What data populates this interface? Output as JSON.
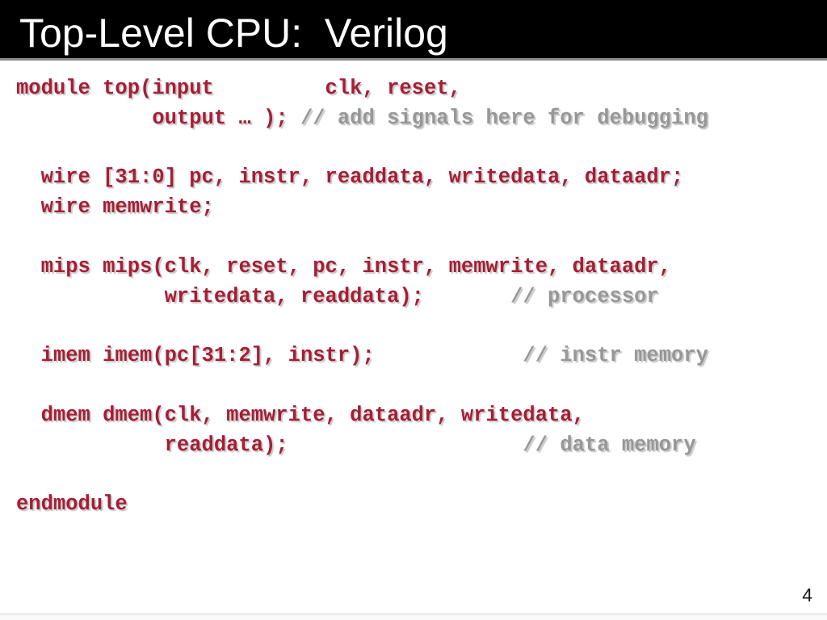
{
  "slide": {
    "title": "Top-Level CPU:  Verilog",
    "page_number": "4"
  },
  "colors": {
    "title_bar_bg": "#000000",
    "title_text": "#ffffff",
    "code_red": "#a51e35",
    "comment_gray": "#979797",
    "shadow_gray": "#c9c9c9",
    "divider_gray": "#8a8a8a",
    "footer_line": "#ececec",
    "page_number_color": "#1a1a1a"
  },
  "code": {
    "language": "verilog",
    "lines": [
      {
        "segments": [
          {
            "text": "module top(input         clk, reset,",
            "type": "code"
          }
        ]
      },
      {
        "segments": [
          {
            "text": "           output … ); ",
            "type": "code"
          },
          {
            "text": "// add signals here for debugging",
            "type": "comment"
          }
        ]
      },
      {
        "segments": []
      },
      {
        "segments": [
          {
            "text": "  wire [31:0] pc, instr, readdata, writedata, dataadr;",
            "type": "code"
          }
        ]
      },
      {
        "segments": [
          {
            "text": "  wire memwrite;",
            "type": "code"
          }
        ]
      },
      {
        "segments": []
      },
      {
        "segments": [
          {
            "text": "  mips mips(clk, reset, pc, instr, memwrite, dataadr,",
            "type": "code"
          }
        ]
      },
      {
        "segments": [
          {
            "text": "            writedata, readdata);       ",
            "type": "code"
          },
          {
            "text": "// processor",
            "type": "comment"
          }
        ]
      },
      {
        "segments": []
      },
      {
        "segments": [
          {
            "text": "  imem imem(pc[31:2], instr);            ",
            "type": "code"
          },
          {
            "text": "// instr memory",
            "type": "comment"
          }
        ]
      },
      {
        "segments": []
      },
      {
        "segments": [
          {
            "text": "  dmem dmem(clk, memwrite, dataadr, writedata,",
            "type": "code"
          }
        ]
      },
      {
        "segments": [
          {
            "text": "            readdata);                   ",
            "type": "code"
          },
          {
            "text": "// data memory",
            "type": "comment"
          }
        ]
      },
      {
        "segments": []
      },
      {
        "segments": [
          {
            "text": "endmodule",
            "type": "code"
          }
        ]
      }
    ]
  }
}
